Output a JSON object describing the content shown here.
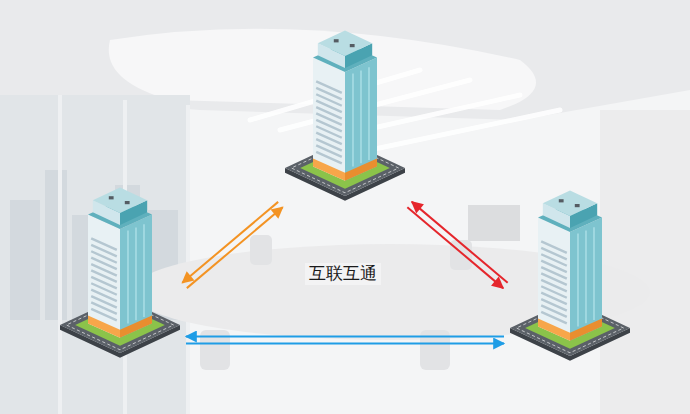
{
  "diagram": {
    "nodes": [
      {
        "text": []
      },
      {
        "text": []
      },
      {
        "text": []
      }
    ],
    "edges": [
      {
        "from": 1,
        "to": 0,
        "arrow": "both"
      },
      {
        "from": 0,
        "to": 2,
        "arrow": "both"
      },
      {
        "from": 1,
        "to": 2,
        "arrow": "both"
      }
    ],
    "labels": [
      "互联互通"
    ]
  }
}
